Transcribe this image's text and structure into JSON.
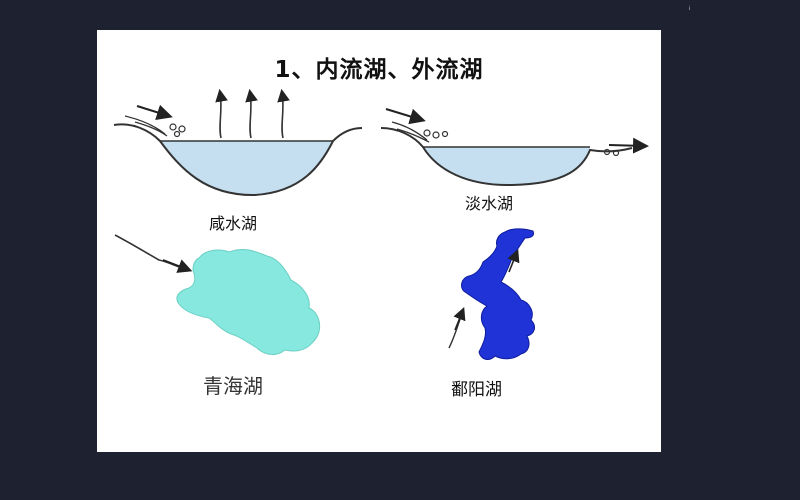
{
  "title": "1、内流湖、外流湖",
  "labels": {
    "salt_lake": "咸水湖",
    "fresh_lake": "淡水湖",
    "qinghai_lake": "青海湖",
    "poyang_lake": "鄱阳湖"
  },
  "colors": {
    "background": "#1e2230",
    "slide": "#ffffff",
    "lake_water": "#c5dff0",
    "qinghai_fill": "#86e8de",
    "poyang_fill": "#1f33d6",
    "line": "#333333"
  },
  "icons": [
    "evaporation-arrow-icon",
    "inflow-arrow-icon",
    "outflow-arrow-icon",
    "swirl-icon"
  ]
}
